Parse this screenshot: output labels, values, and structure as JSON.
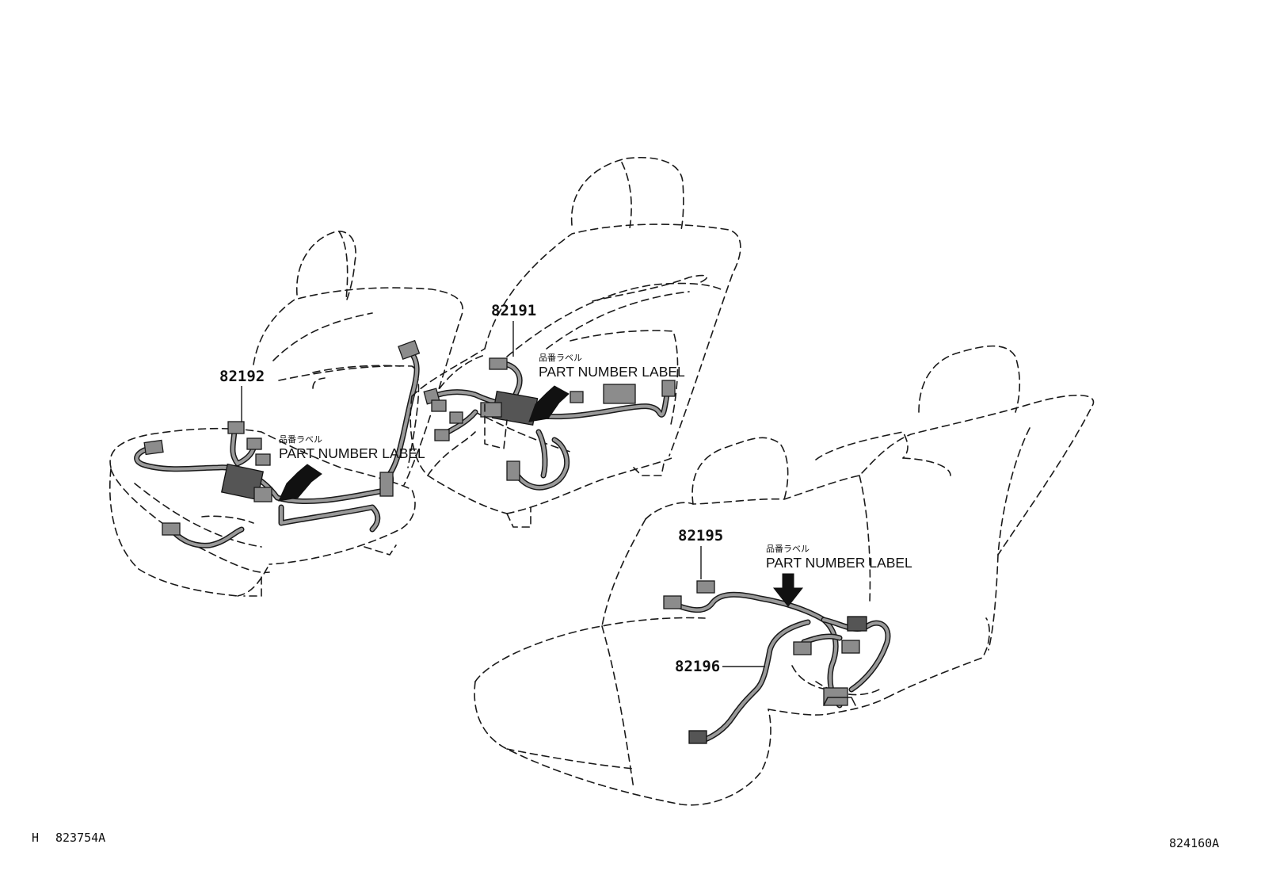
{
  "parts": {
    "p82191": "82191",
    "p82192": "82192",
    "p82195": "82195",
    "p82196": "82196"
  },
  "labels": {
    "jp": "品番ラベル",
    "en": "PART NUMBER LABEL"
  },
  "codes": {
    "left_prefix": "H",
    "left": "823754A",
    "right": "824160A"
  }
}
